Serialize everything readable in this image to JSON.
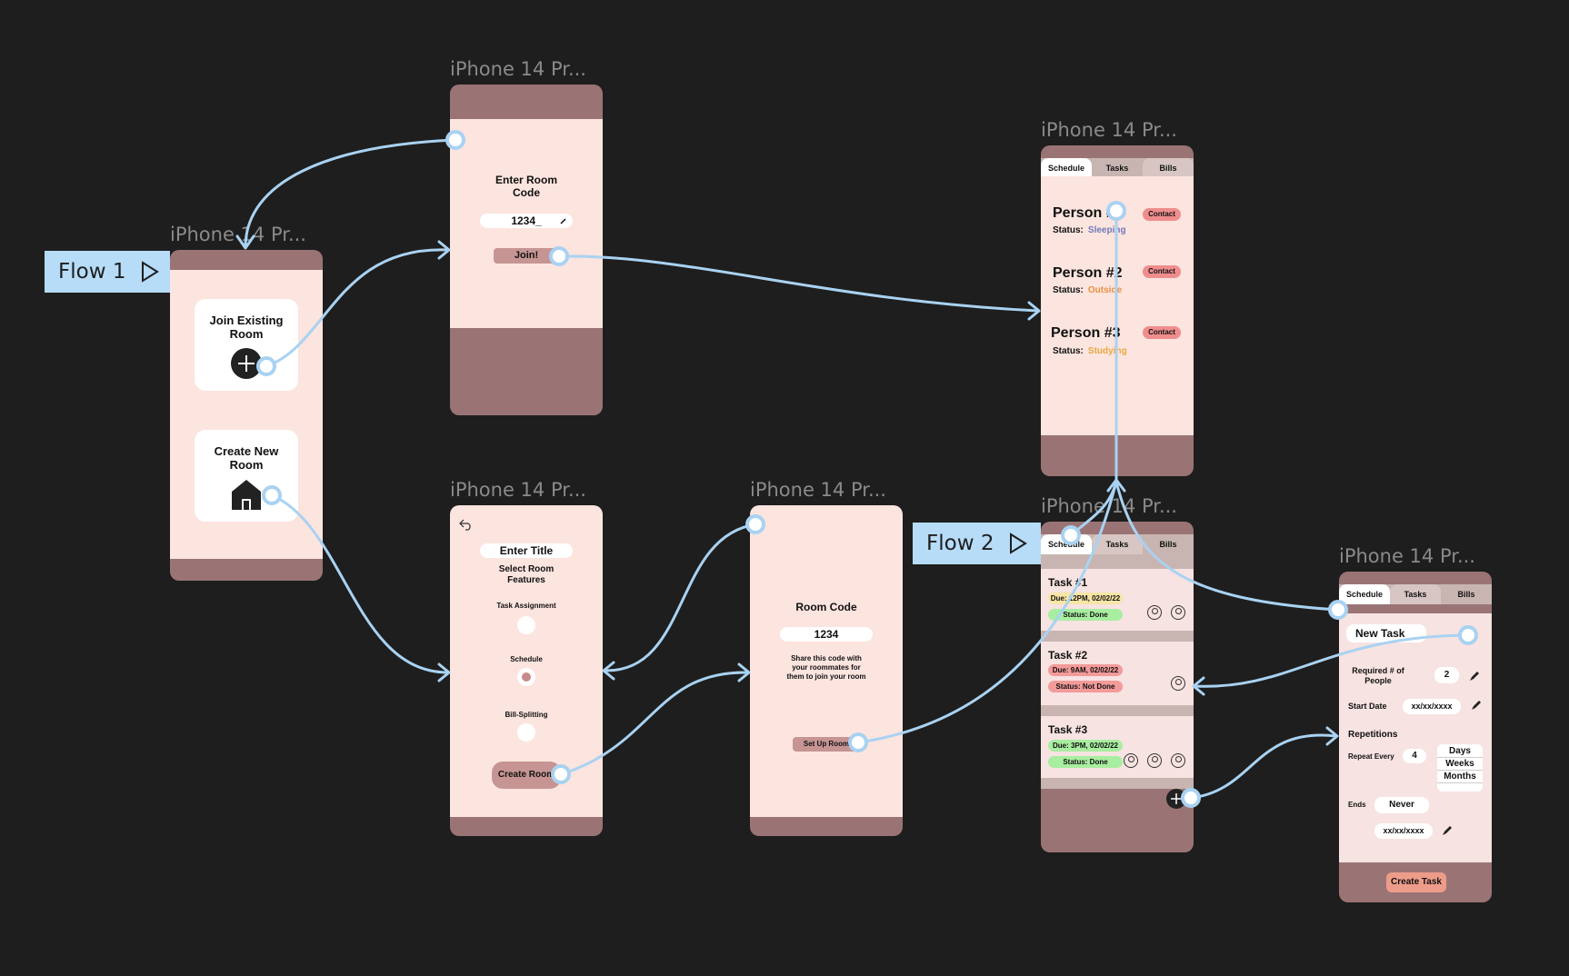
{
  "frames": {
    "f_home": "iPhone 14 Pr...",
    "f_join": "iPhone 14 Pr...",
    "f_create": "iPhone 14 Pr...",
    "f_code": "iPhone 14 Pr...",
    "f_schedule": "iPhone 14 Pr...",
    "f_tasks": "iPhone 14 Pr...",
    "f_newtask": "iPhone 14 Pr..."
  },
  "flows": {
    "flow1": "Flow 1",
    "flow2": "Flow 2"
  },
  "home": {
    "join_title": "Join Existing Room",
    "create_title": "Create New Room"
  },
  "join": {
    "title": "Enter Room Code",
    "code_value": "1234_",
    "join_button": "Join!"
  },
  "create": {
    "title_field": "Enter Title",
    "features_label": "Select Room Features",
    "features": [
      "Task Assignment",
      "Schedule",
      "Bill-Splitting"
    ],
    "create_button": "Create Room"
  },
  "code": {
    "title": "Room Code",
    "value": "1234",
    "share_text": "Share this code with your roommates for them to join your room",
    "setup_button": "Set Up Room"
  },
  "tabs": [
    "Schedule",
    "Tasks",
    "Bills"
  ],
  "schedule": {
    "people": [
      {
        "name": "Person #1",
        "status_label": "Status:",
        "status": "Sleeping",
        "contact": "Contact"
      },
      {
        "name": "Person #2",
        "status_label": "Status:",
        "status": "Outside",
        "contact": "Contact"
      },
      {
        "name": "Person #3",
        "status_label": "Status:",
        "status": "Studying",
        "contact": "Contact"
      }
    ],
    "colors": {
      "sleeping": "#6f7bb8",
      "outside": "#e8903f",
      "studying": "#e8a93f"
    }
  },
  "tasks": {
    "items": [
      {
        "title": "Task #1",
        "due": "Due: 12PM, 02/02/22",
        "status": "Status: Done"
      },
      {
        "title": "Task #2",
        "due": "Due: 9AM, 02/02/22",
        "status": "Status: Not Done"
      },
      {
        "title": "Task #3",
        "due": "Due: 3PM, 02/02/22",
        "status": "Status: Done"
      }
    ]
  },
  "newtask": {
    "name": "New Task",
    "required_label": "Required # of People",
    "required_value": "2",
    "start_label": "Start Date",
    "start_value": "xx/xx/xxxx",
    "repetitions_label": "Repetitions",
    "repeat_label": "Repeat Every",
    "repeat_value": "4",
    "units": [
      "Days",
      "Weeks",
      "Months"
    ],
    "ends_label": "Ends",
    "ends_value": "Never",
    "end_date": "xx/xx/xxxx",
    "create_button": "Create Task"
  }
}
